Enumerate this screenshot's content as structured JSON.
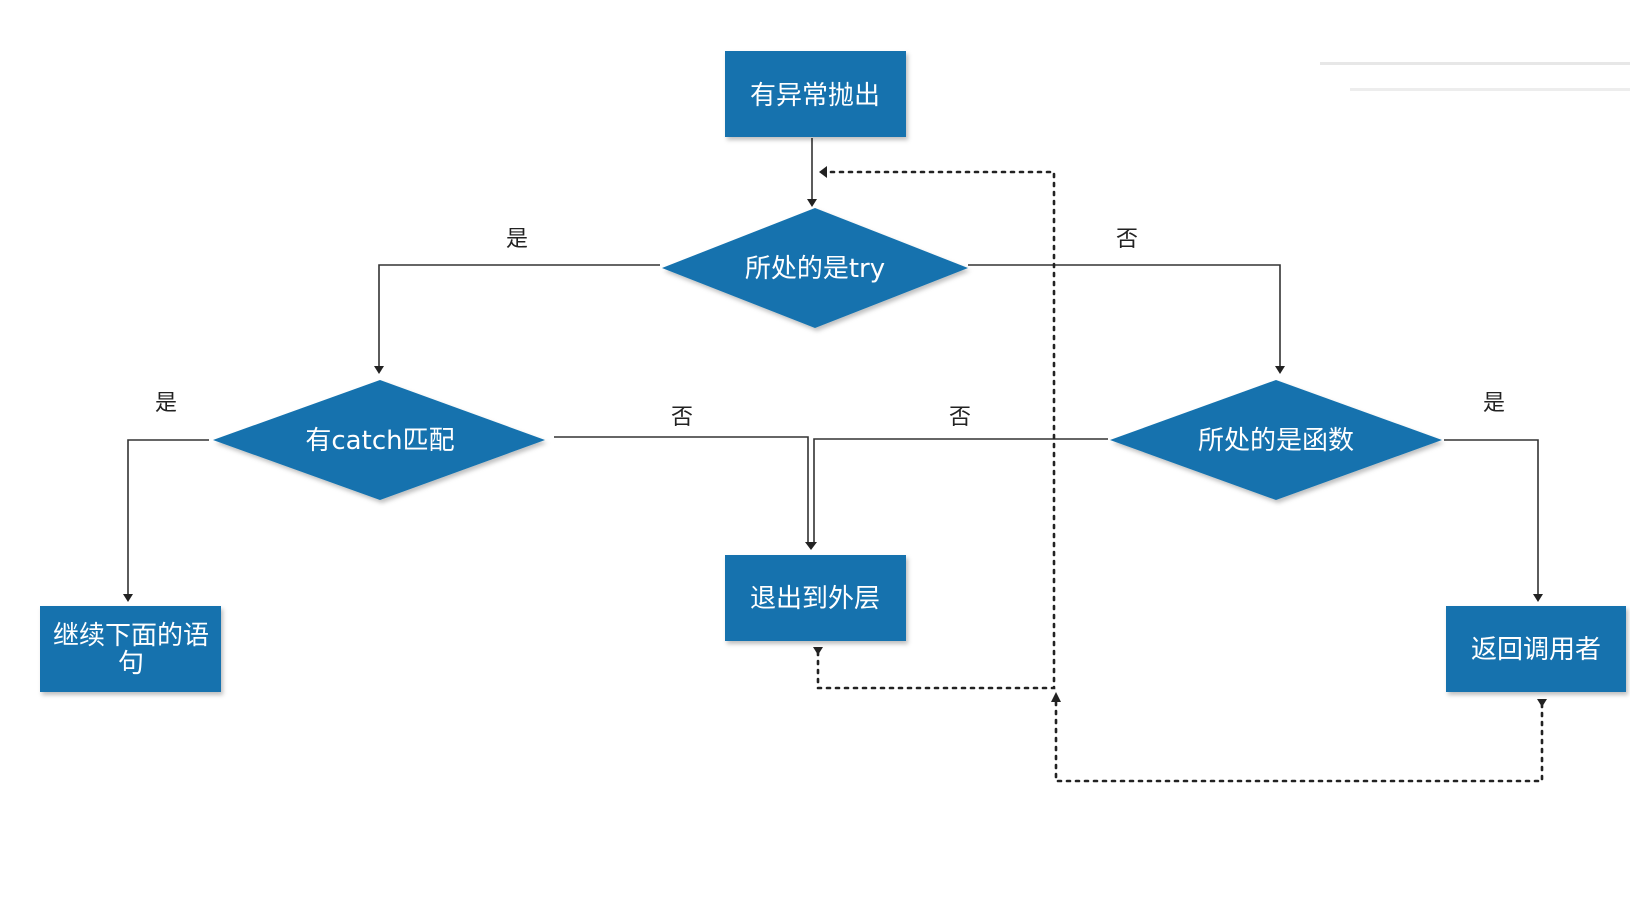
{
  "colors": {
    "node_fill": "#1272ae",
    "node_text": "#ffffff",
    "line": "#333333",
    "background": "#ffffff"
  },
  "nodes": {
    "exception_thrown": "有异常抛出",
    "in_try": "所处的是try",
    "catch_match": "有catch匹配",
    "in_function": "所处的是函数",
    "continue_below_line1": "继续下面的语",
    "continue_below_line2": "句",
    "exit_outer": "退出到外层",
    "return_caller": "返回调用者"
  },
  "edge_labels": {
    "try_yes": "是",
    "try_no": "否",
    "catch_yes": "是",
    "catch_no": "否",
    "function_no": "否",
    "function_yes": "是"
  }
}
